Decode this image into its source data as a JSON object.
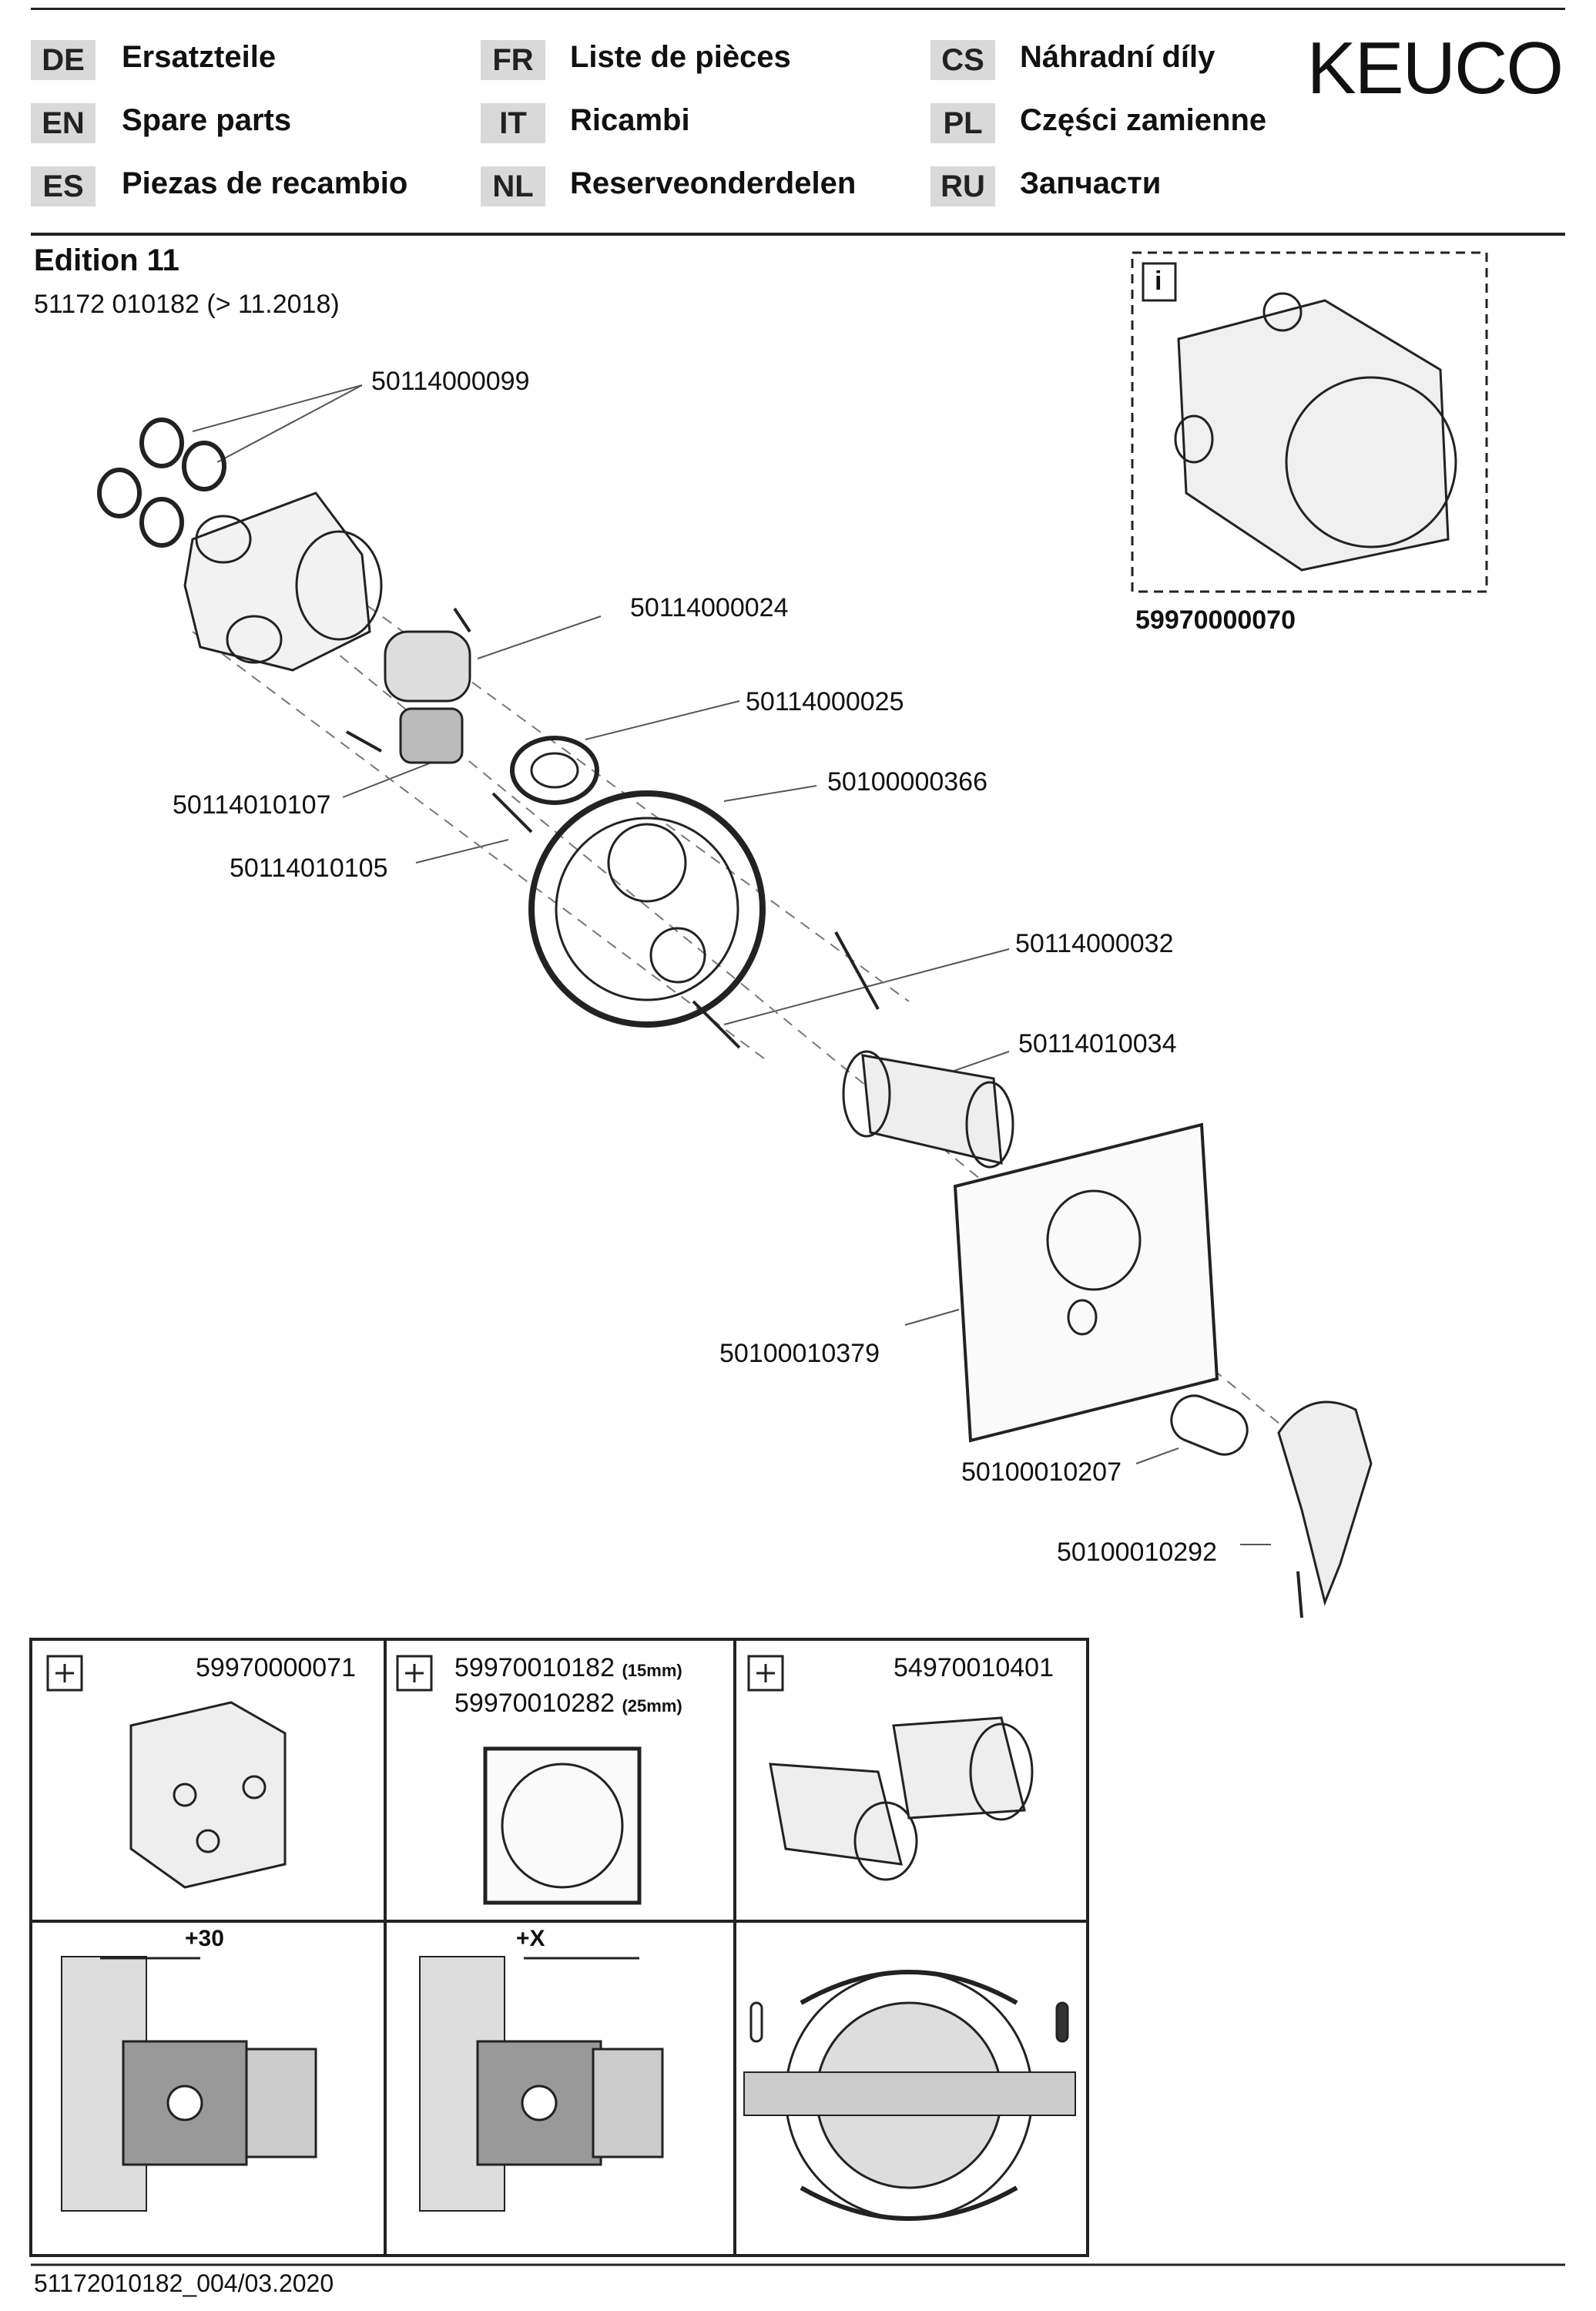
{
  "brand": "KEUCO",
  "languages": [
    {
      "code": "DE",
      "label": "Ersatzteile"
    },
    {
      "code": "FR",
      "label": "Liste de pièces"
    },
    {
      "code": "CS",
      "label": "Náhradní díly"
    },
    {
      "code": "EN",
      "label": "Spare parts"
    },
    {
      "code": "IT",
      "label": "Ricambi"
    },
    {
      "code": "PL",
      "label": "Części zamienne"
    },
    {
      "code": "ES",
      "label": "Piezas de recambio"
    },
    {
      "code": "NL",
      "label": "Reserveonderdelen"
    },
    {
      "code": "RU",
      "label": "Запчасти"
    }
  ],
  "product": {
    "title": "Edition 11",
    "subtitle": "51172 010182 (> 11.2018)"
  },
  "parts": [
    "50114000099",
    "50114000024",
    "50114000025",
    "50114010107",
    "50100000366",
    "50114010105",
    "50114000032",
    "50114010034",
    "50100010379",
    "50100010207",
    "50100010292"
  ],
  "info_box": {
    "icon_label": "i",
    "part": "59970000070"
  },
  "accessories": [
    {
      "part": "59970000071"
    },
    {
      "part_a": "59970010182",
      "note_a": "(15mm)",
      "part_b": "59970010282",
      "note_b": "(25mm)"
    },
    {
      "part": "54970010401"
    }
  ],
  "install": {
    "dim_a": "+30",
    "dim_b": "+X"
  },
  "footer": "51172010182_004/03.2020"
}
